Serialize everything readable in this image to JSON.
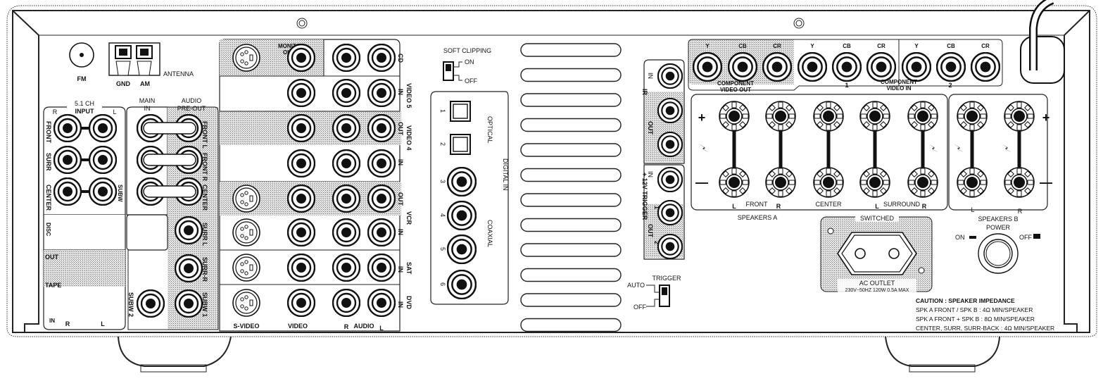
{
  "diagram": {
    "title": "AV Receiver Rear Panel",
    "antenna": {
      "fm": "FM",
      "gnd": "GND",
      "am": "AM",
      "label": "ANTENNA"
    },
    "input_5_1ch": {
      "title_line1": "5.1 CH",
      "title_line2": "INPUT",
      "r": "R",
      "l": "L",
      "rows": [
        "FRONT",
        "SURR",
        "CENTER"
      ],
      "subw": "SUBW"
    },
    "main_in": {
      "line1": "MAIN",
      "line2": "IN"
    },
    "audio_preout": {
      "line1": "AUDIO",
      "line2": "PRE-OUT",
      "channels": [
        "FRONT L",
        "FRONT R",
        "CENTER",
        "SURR L",
        "SURR-R",
        "SUBW 1",
        "SUBW 2"
      ]
    },
    "disc": "DISC",
    "tape": {
      "label": "TAPE",
      "out": "OUT",
      "in": "IN",
      "r": "R",
      "l": "L"
    },
    "av_inputs": {
      "monitor_out_line1": "MONITOR",
      "monitor_out_line2": "OUT",
      "rows": [
        {
          "name": "CD",
          "dir": ""
        },
        {
          "name": "VIDEO 5",
          "dir": "IN"
        },
        {
          "name": "VIDEO 4",
          "dir": "OUT"
        },
        {
          "name": "VIDEO 4",
          "dir": "IN"
        },
        {
          "name": "VCR",
          "dir": "OUT"
        },
        {
          "name": "VCR",
          "dir": "IN"
        },
        {
          "name": "SAT",
          "dir": "IN"
        },
        {
          "name": "DVD",
          "dir": "IN"
        }
      ],
      "col_svideo": "S-VIDEO",
      "col_video": "VIDEO",
      "col_r": "R",
      "col_audio": "AUDIO",
      "col_l": "L"
    },
    "soft_clipping": {
      "title": "SOFT CLIPPING",
      "on": "ON",
      "off": "OFF",
      "state": "ON"
    },
    "digital_in": {
      "label": "DIGITAL IN",
      "optical": "OPTICAL",
      "coaxial": "COAXIAL",
      "numbers": [
        "1",
        "2",
        "3",
        "4",
        "5",
        "6"
      ]
    },
    "ir": {
      "label": "IR",
      "in": "IN",
      "out": "OUT"
    },
    "trigger_12v": {
      "label": "+ 12V TRIGGER",
      "in": "IN",
      "out": "OUT",
      "out1": "1",
      "out2": "2"
    },
    "trigger_switch": {
      "title": "TRIGGER",
      "auto": "AUTO",
      "off": "OFF",
      "state": "AUTO"
    },
    "component_out": {
      "y": "Y",
      "cb": "CB",
      "cr": "CR",
      "line1": "COMPONENT",
      "line2": "VIDEO OUT"
    },
    "component_in": {
      "y": "Y",
      "cb": "CB",
      "cr": "CR",
      "line1": "COMPONENT",
      "line2": "VIDEO IN",
      "group1": "1",
      "group2": "2"
    },
    "speakers_a": {
      "plus": "+",
      "minus": "—",
      "front": "FRONT",
      "center": "CENTER",
      "surround": "SURROUND",
      "l": "L",
      "r": "R",
      "label": "SPEAKERS A"
    },
    "speakers_b": {
      "plus": "+",
      "minus": "—",
      "l": "L",
      "r": "R",
      "label": "SPEAKERS B"
    },
    "power": {
      "label": "POWER",
      "on": "ON",
      "off": "OFF"
    },
    "ac_outlet": {
      "switched": "SWITCHED",
      "label": "AC OUTLET",
      "rating": "230V~50HZ  120W 0.5A MAX"
    },
    "caution": {
      "title": "CAUTION : SPEAKER IMPEDANCE",
      "line1": "SPK A FRONT / SPK B : 4Ω MIN/SPEAKER",
      "line2": "SPK A FRONT + SPK B : 8Ω MIN/SPEAKER",
      "line3": "CENTER, SURR, SURR-BACK : 4Ω MIN/SPEAKER"
    }
  }
}
